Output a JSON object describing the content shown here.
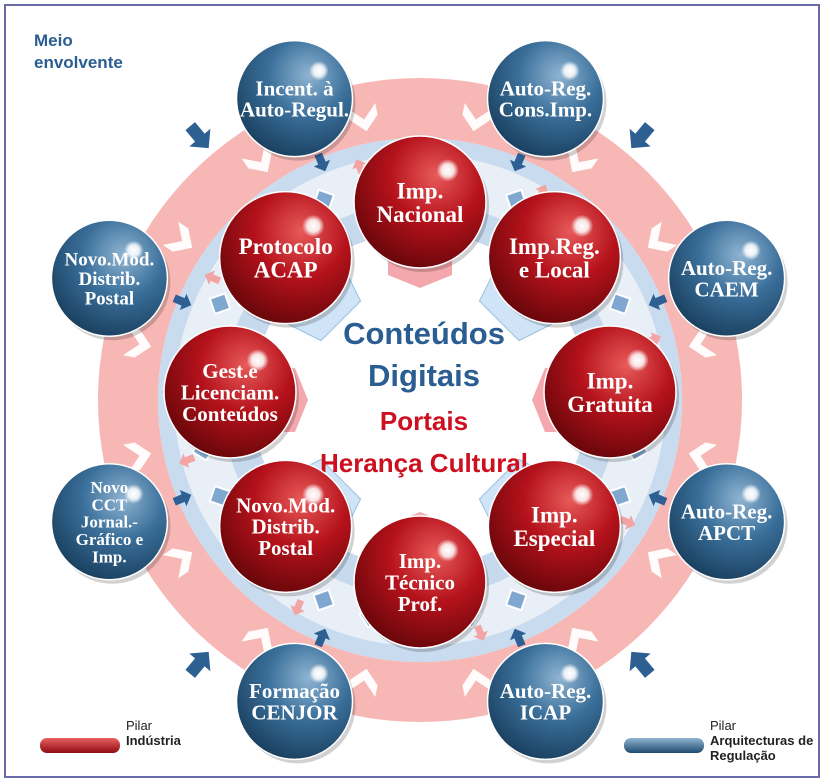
{
  "corner_label": [
    "Meio",
    "envolvente"
  ],
  "center": {
    "lines": [
      "Conteúdos",
      "Digitais"
    ],
    "sub": [
      "Portais",
      "Herança Cultural"
    ]
  },
  "industry_pillar": [
    {
      "lines": [
        "Imp.",
        "Nacional"
      ]
    },
    {
      "lines": [
        "Imp.Reg.",
        "e Local"
      ]
    },
    {
      "lines": [
        "Imp.",
        "Gratuita"
      ]
    },
    {
      "lines": [
        "Imp.",
        "Especial"
      ]
    },
    {
      "lines": [
        "Imp.",
        "Técnico",
        "Prof."
      ]
    },
    {
      "lines": [
        "Novo.Mod.",
        "Distrib.",
        "Postal"
      ]
    },
    {
      "lines": [
        "Gest.e",
        "Licenciam.",
        "Conteúdos"
      ]
    },
    {
      "lines": [
        "Protocolo",
        "ACAP"
      ]
    }
  ],
  "regulation_pillar": [
    {
      "lines": [
        "Incent. à",
        "Auto-Regul."
      ]
    },
    {
      "lines": [
        "Auto-Reg.",
        "Cons.Imp."
      ]
    },
    {
      "lines": [
        "Auto-Reg.",
        "CAEM"
      ]
    },
    {
      "lines": [
        "Auto-Reg.",
        "APCT"
      ]
    },
    {
      "lines": [
        "Auto-Reg.",
        "ICAP"
      ]
    },
    {
      "lines": [
        "Formação",
        "CENJOR"
      ]
    },
    {
      "lines": [
        "Novo",
        "CCT",
        "Jornal.-",
        "Gráfico e",
        "Imp."
      ]
    },
    {
      "lines": [
        "Novo.Mod.",
        "Distrib.",
        "Postal"
      ]
    }
  ],
  "legend": {
    "industry": {
      "line1": "Pilar",
      "line2": "Indústria"
    },
    "regulation": {
      "line1": "Pilar",
      "line2": "Arquitecturas de",
      "line3": "Regulação"
    }
  },
  "colors": {
    "red_sphere": "#b5121b",
    "blue_sphere": "#3a6f9a",
    "title_blue": "#2a5d92",
    "title_red": "#cc1020",
    "ring_pink": "#f5b3b3",
    "ring_blue": "#a9c4df"
  }
}
